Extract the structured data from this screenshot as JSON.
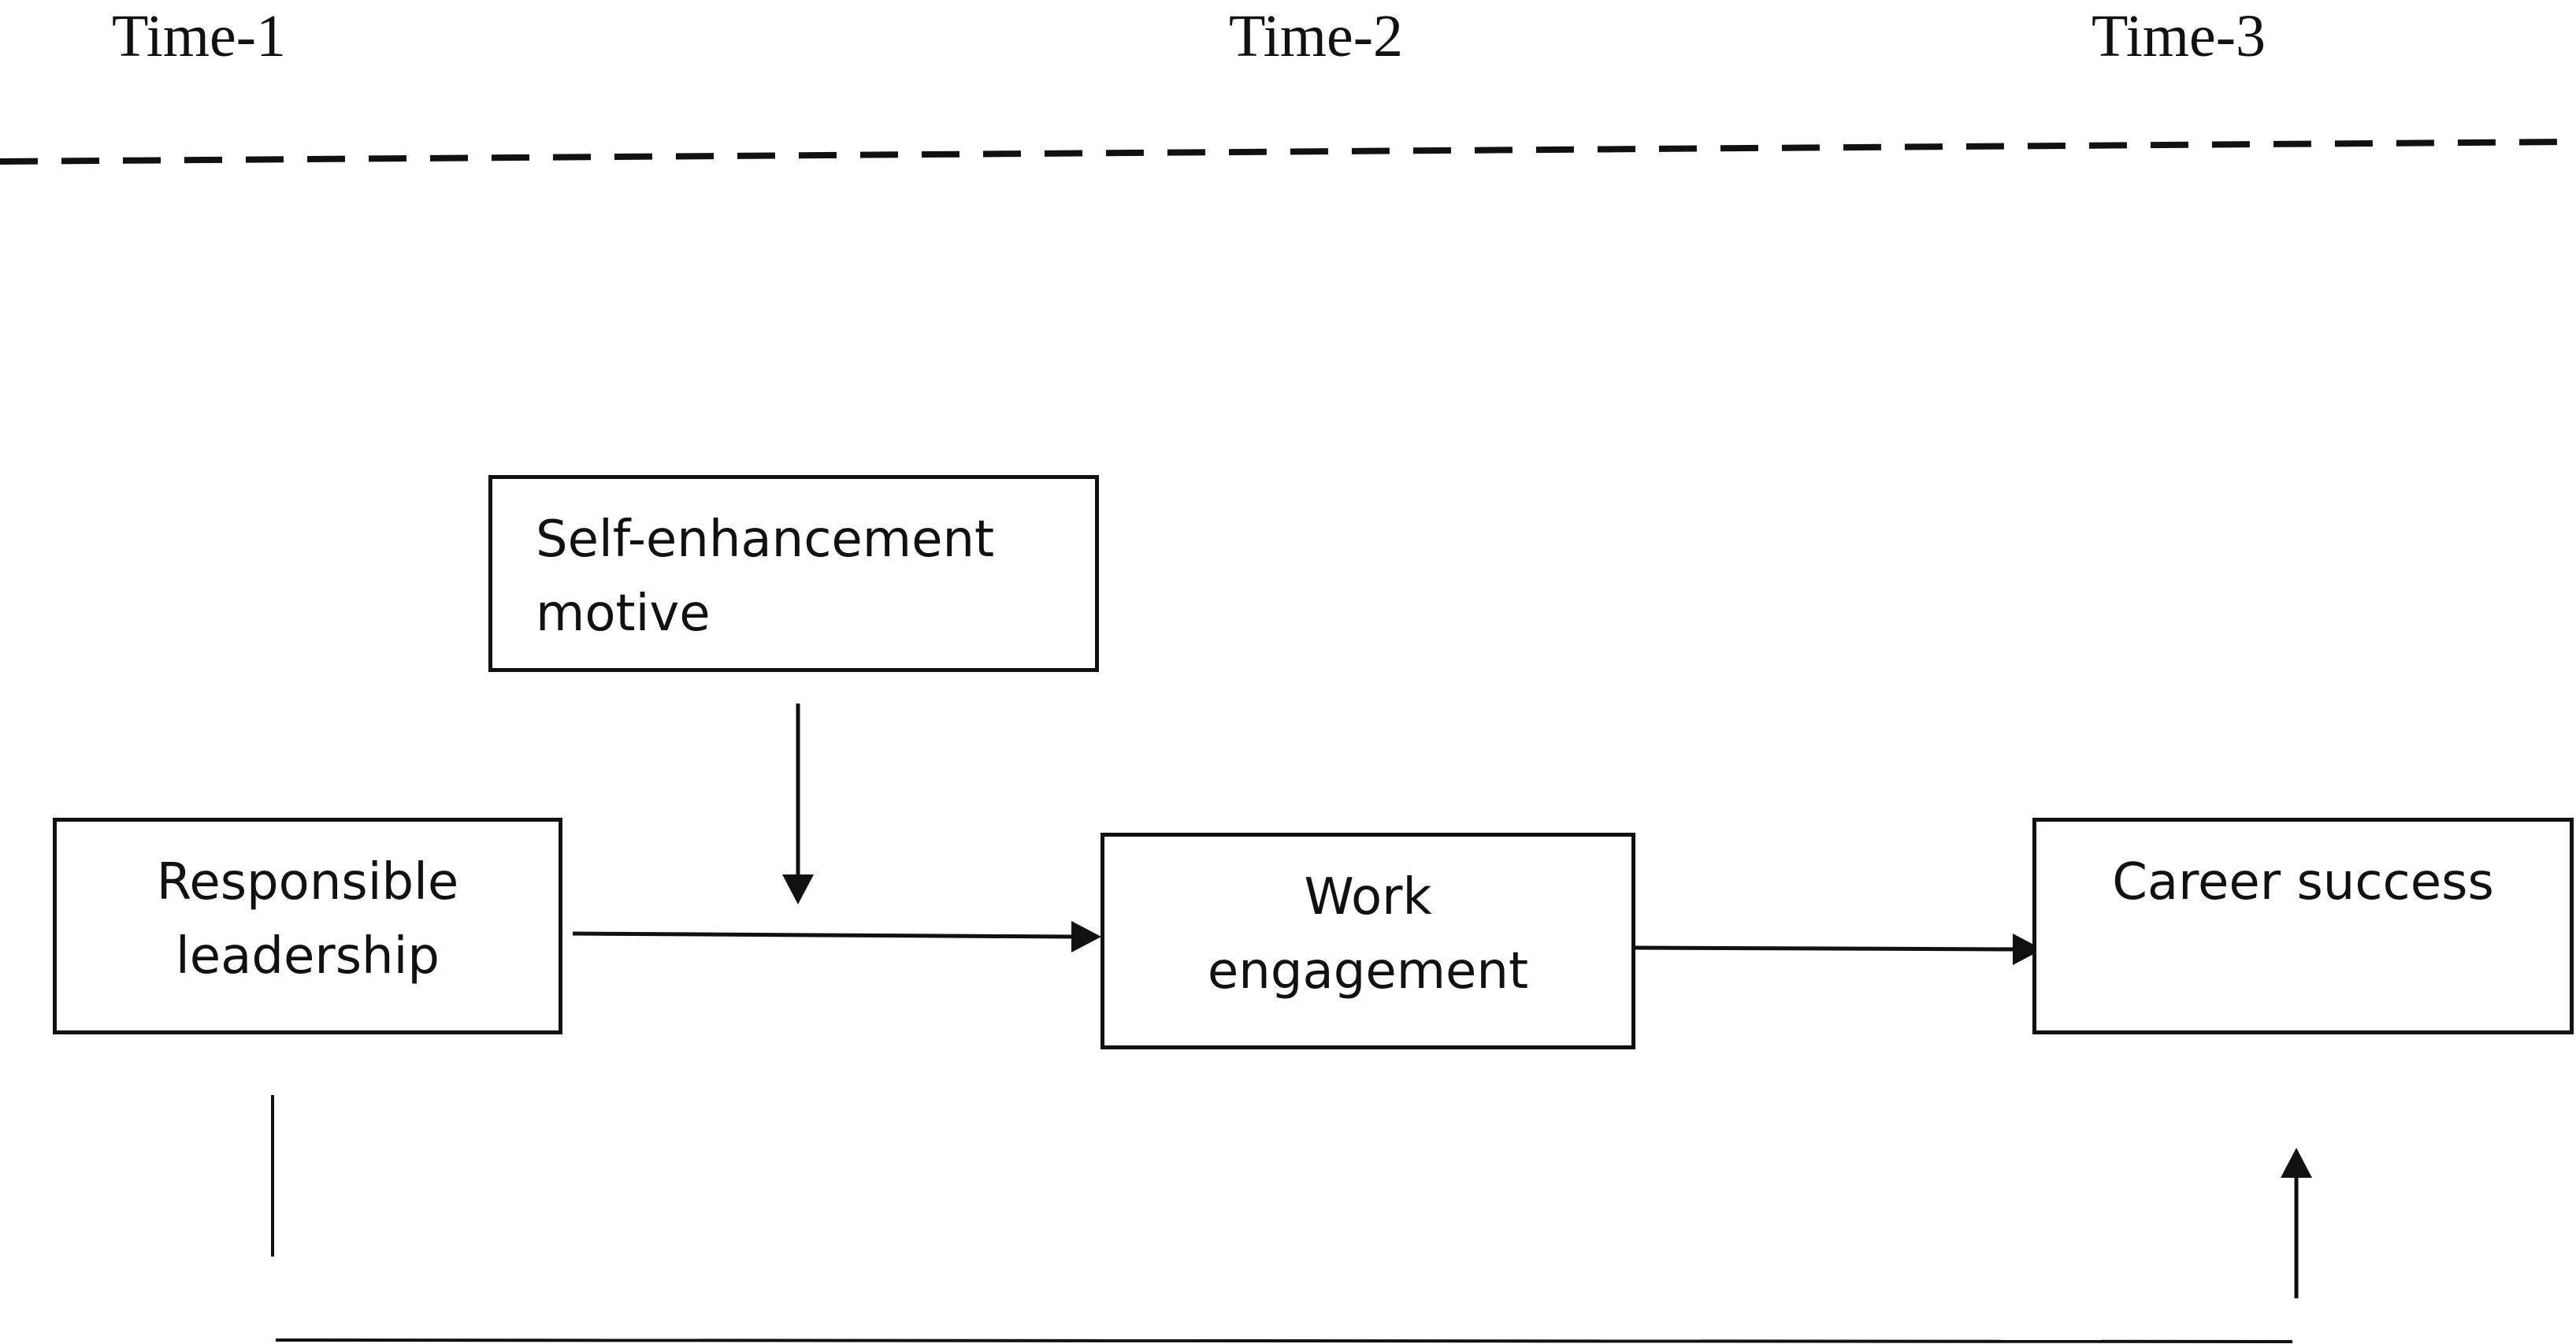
{
  "timeline": {
    "time1": "Time-1",
    "time2": "Time-2",
    "time3": "Time-3"
  },
  "nodes": {
    "self_enhancement": "Self-enhancement\nmotive",
    "responsible_leadership": "Responsible\nleadership",
    "work_engagement": "Work\nengagement",
    "career_success": "Career success"
  },
  "edges": [
    {
      "from": "responsible_leadership",
      "to": "work_engagement"
    },
    {
      "from": "work_engagement",
      "to": "career_success"
    },
    {
      "from": "self_enhancement",
      "to": "responsible_leadership-work_engagement path",
      "type": "moderation"
    },
    {
      "from": "responsible_leadership",
      "to": "career_success",
      "type": "direct"
    }
  ]
}
